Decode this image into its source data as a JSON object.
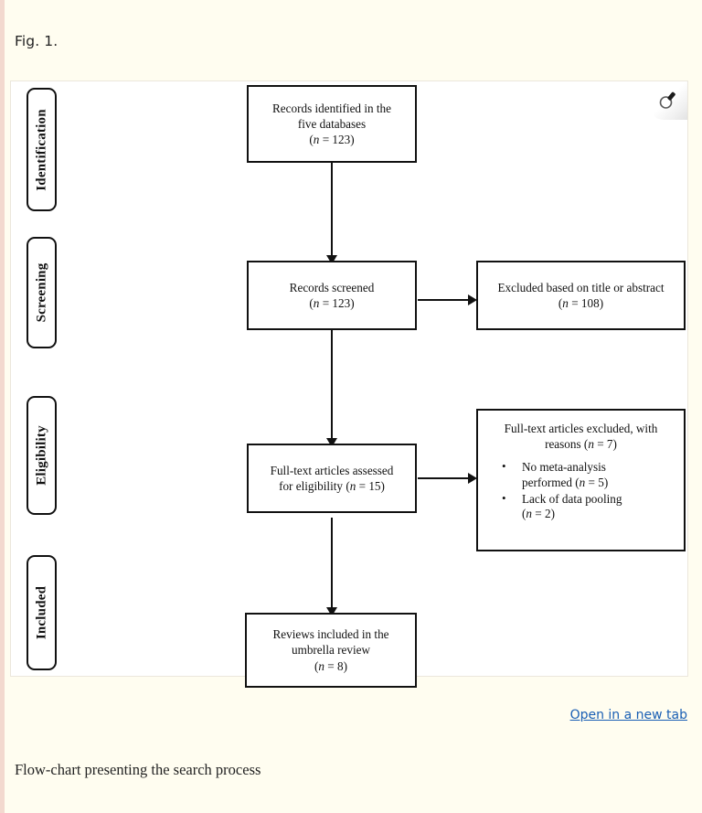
{
  "page": {
    "figure_label": "Fig. 1.",
    "caption": "Flow-chart presenting the search process",
    "open_tab_link": "Open in a new tab",
    "link_color": "#1a5fb4",
    "background_color": "#fffdf0",
    "panel_color": "#ffffff",
    "line_color": "#111111"
  },
  "zoom_badge": {
    "icon": "magnifier-icon"
  },
  "chart_data": {
    "type": "diagram",
    "diagram_kind": "prisma-flow-chart",
    "title": "Flow-chart presenting the search process",
    "stages": [
      {
        "label": "Identification"
      },
      {
        "label": "Screening"
      },
      {
        "label": "Eligibility"
      },
      {
        "label": "Included"
      }
    ],
    "nodes": [
      {
        "id": "identified",
        "stage": "Identification",
        "column": "main",
        "lines": [
          "Records identified in the",
          "five databases"
        ],
        "count_text": "(n = 123)",
        "n": 123
      },
      {
        "id": "screened",
        "stage": "Screening",
        "column": "main",
        "lines": [
          "Records screened"
        ],
        "count_text": "(n = 123)",
        "n": 123
      },
      {
        "id": "excluded-title-abstract",
        "stage": "Screening",
        "column": "side",
        "lines": [
          "Excluded based on title or abstract"
        ],
        "count_text": "(n = 108)",
        "n": 108
      },
      {
        "id": "fulltext-assessed",
        "stage": "Eligibility",
        "column": "main",
        "lines": [
          "Full-text articles assessed",
          "for eligibility (n = 15)"
        ],
        "count_text": "",
        "n": 15
      },
      {
        "id": "fulltext-excluded",
        "stage": "Eligibility",
        "column": "side",
        "lines": [
          "Full-text articles excluded, with",
          "reasons (n = 7)"
        ],
        "count_text": "",
        "n": 7,
        "reasons": [
          {
            "text": "No meta-analysis performed (n = 5)",
            "n": 5
          },
          {
            "text": "Lack of data pooling (n = 2)",
            "n": 2
          }
        ]
      },
      {
        "id": "included",
        "stage": "Included",
        "column": "main",
        "lines": [
          "Reviews included in the",
          "umbrella review"
        ],
        "count_text": "(n = 8)",
        "n": 8
      }
    ],
    "edges": [
      {
        "from": "identified",
        "to": "screened",
        "direction": "down"
      },
      {
        "from": "screened",
        "to": "excluded-title-abstract",
        "direction": "right"
      },
      {
        "from": "screened",
        "to": "fulltext-assessed",
        "direction": "down"
      },
      {
        "from": "fulltext-assessed",
        "to": "fulltext-excluded",
        "direction": "right"
      },
      {
        "from": "fulltext-assessed",
        "to": "included",
        "direction": "down"
      }
    ]
  },
  "nodes_text": {
    "identified": {
      "l1": "Records identified in the",
      "l2": "five databases",
      "l3_pre": "(",
      "l3_n": "n",
      "l3_post": " = 123)"
    },
    "screened": {
      "l1": "Records screened",
      "l2_pre": "(",
      "l2_n": "n",
      "l2_post": " = 123)"
    },
    "excluded_ta": {
      "l1": "Excluded based on title or abstract",
      "l2_pre": "(",
      "l2_n": "n",
      "l2_post": " = 108)"
    },
    "fulltext_assessed": {
      "l1": "Full-text articles assessed",
      "l2_pre": "for eligibility (",
      "l2_n": "n",
      "l2_post": " = 15)"
    },
    "fulltext_excluded": {
      "l1": "Full-text articles excluded, with",
      "l2_pre": "reasons (",
      "l2_n": "n",
      "l2_post": " = 7)",
      "reason1_a": "No meta-analysis",
      "reason1_b_pre": "performed (",
      "reason1_n": "n",
      "reason1_b_post": " = 5)",
      "reason2_a": "Lack of data pooling",
      "reason2_b_pre": "(",
      "reason2_n": "n",
      "reason2_b_post": " = 2)",
      "bullet_glyph": "•"
    },
    "included": {
      "l1": "Reviews included in the",
      "l2": "umbrella review",
      "l3_pre": "(",
      "l3_n": "n",
      "l3_post": " = 8)"
    }
  },
  "stage_labels": {
    "identification": "Identification",
    "screening": "Screening",
    "eligibility": "Eligibility",
    "included": "Included"
  }
}
